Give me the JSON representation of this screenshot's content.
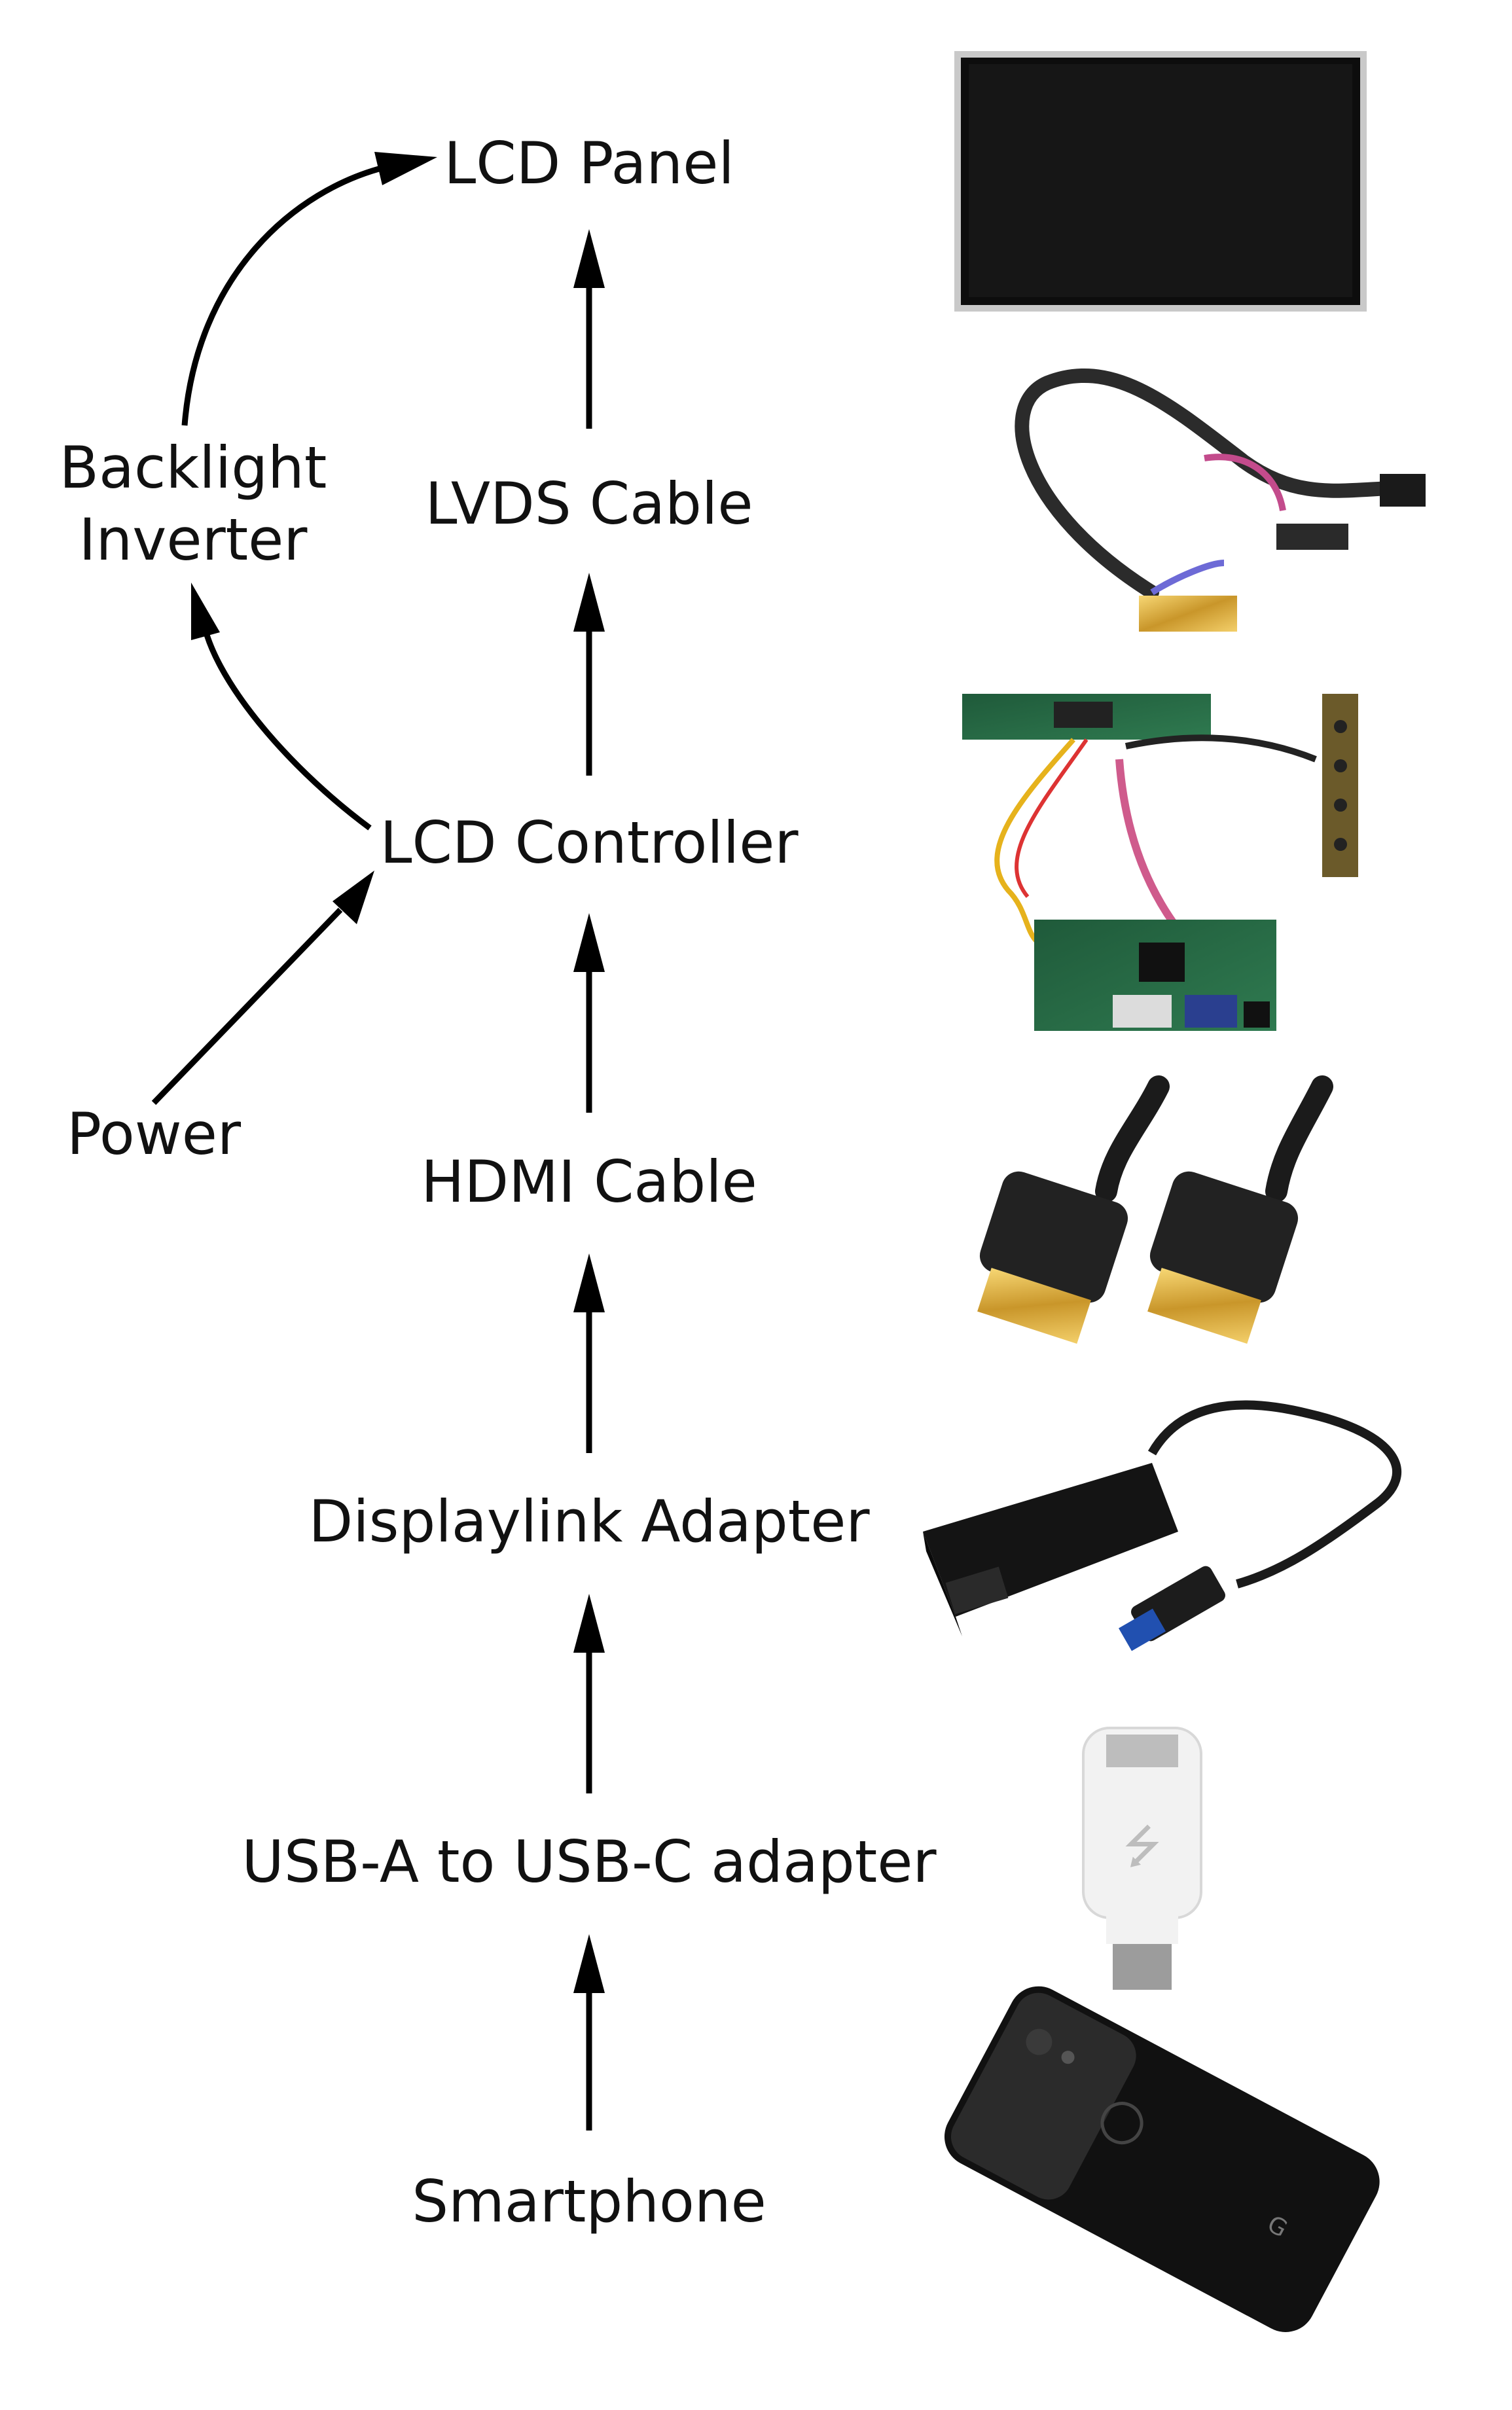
{
  "nodes": {
    "lcd_panel": "LCD Panel",
    "lvds_cable": "LVDS Cable",
    "lcd_controller": "LCD Controller",
    "hdmi_cable": "HDMI Cable",
    "displaylink_adapter": "Displaylink Adapter",
    "usb_adapter": "USB-A to USB-C adapter",
    "smartphone": "Smartphone",
    "backlight_line1": "Backlight",
    "backlight_line2": "Inverter",
    "power": "Power"
  },
  "photos": [
    {
      "icon": "lcd-panel-photo"
    },
    {
      "icon": "lvds-cable-photo"
    },
    {
      "icon": "lcd-controller-board-photo"
    },
    {
      "icon": "hdmi-cable-photo"
    },
    {
      "icon": "displaylink-adapter-photo"
    },
    {
      "icon": "usb-c-adapter-photo"
    },
    {
      "icon": "smartphone-photo"
    }
  ],
  "colors": {
    "arrow": "#000000",
    "text": "#111111",
    "background": "#ffffff"
  }
}
